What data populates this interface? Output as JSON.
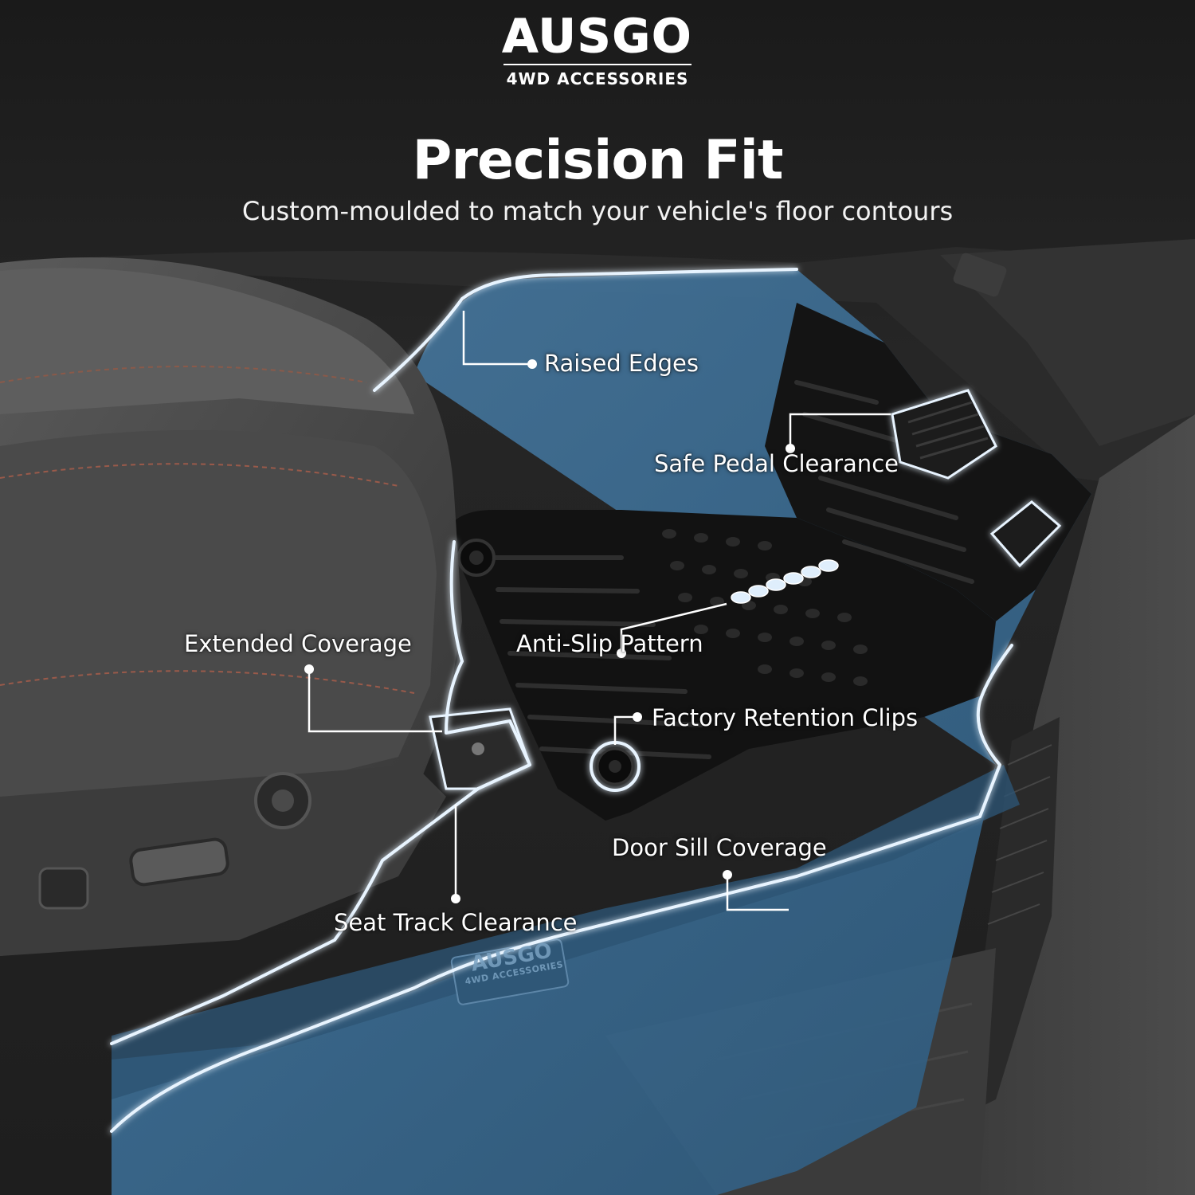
{
  "brand": {
    "name": "AUSGO",
    "tagline": "4WD ACCESSORIES"
  },
  "header": {
    "title": "Precision Fit",
    "subtitle": "Custom-moulded to match your vehicle's floor contours"
  },
  "callouts": {
    "raised_edges": "Raised Edges",
    "safe_pedal_clearance": "Safe Pedal Clearance",
    "extended_coverage": "Extended Coverage",
    "anti_slip_pattern": "Anti-Slip Pattern",
    "factory_retention_clips": "Factory Retention Clips",
    "door_sill_coverage": "Door Sill Coverage",
    "seat_track_clearance": "Seat Track Clearance"
  },
  "colors": {
    "background": "#1c1c1c",
    "highlight": "#e8f4ff",
    "mat_tint": "#3d6f96",
    "text": "#ffffff"
  }
}
